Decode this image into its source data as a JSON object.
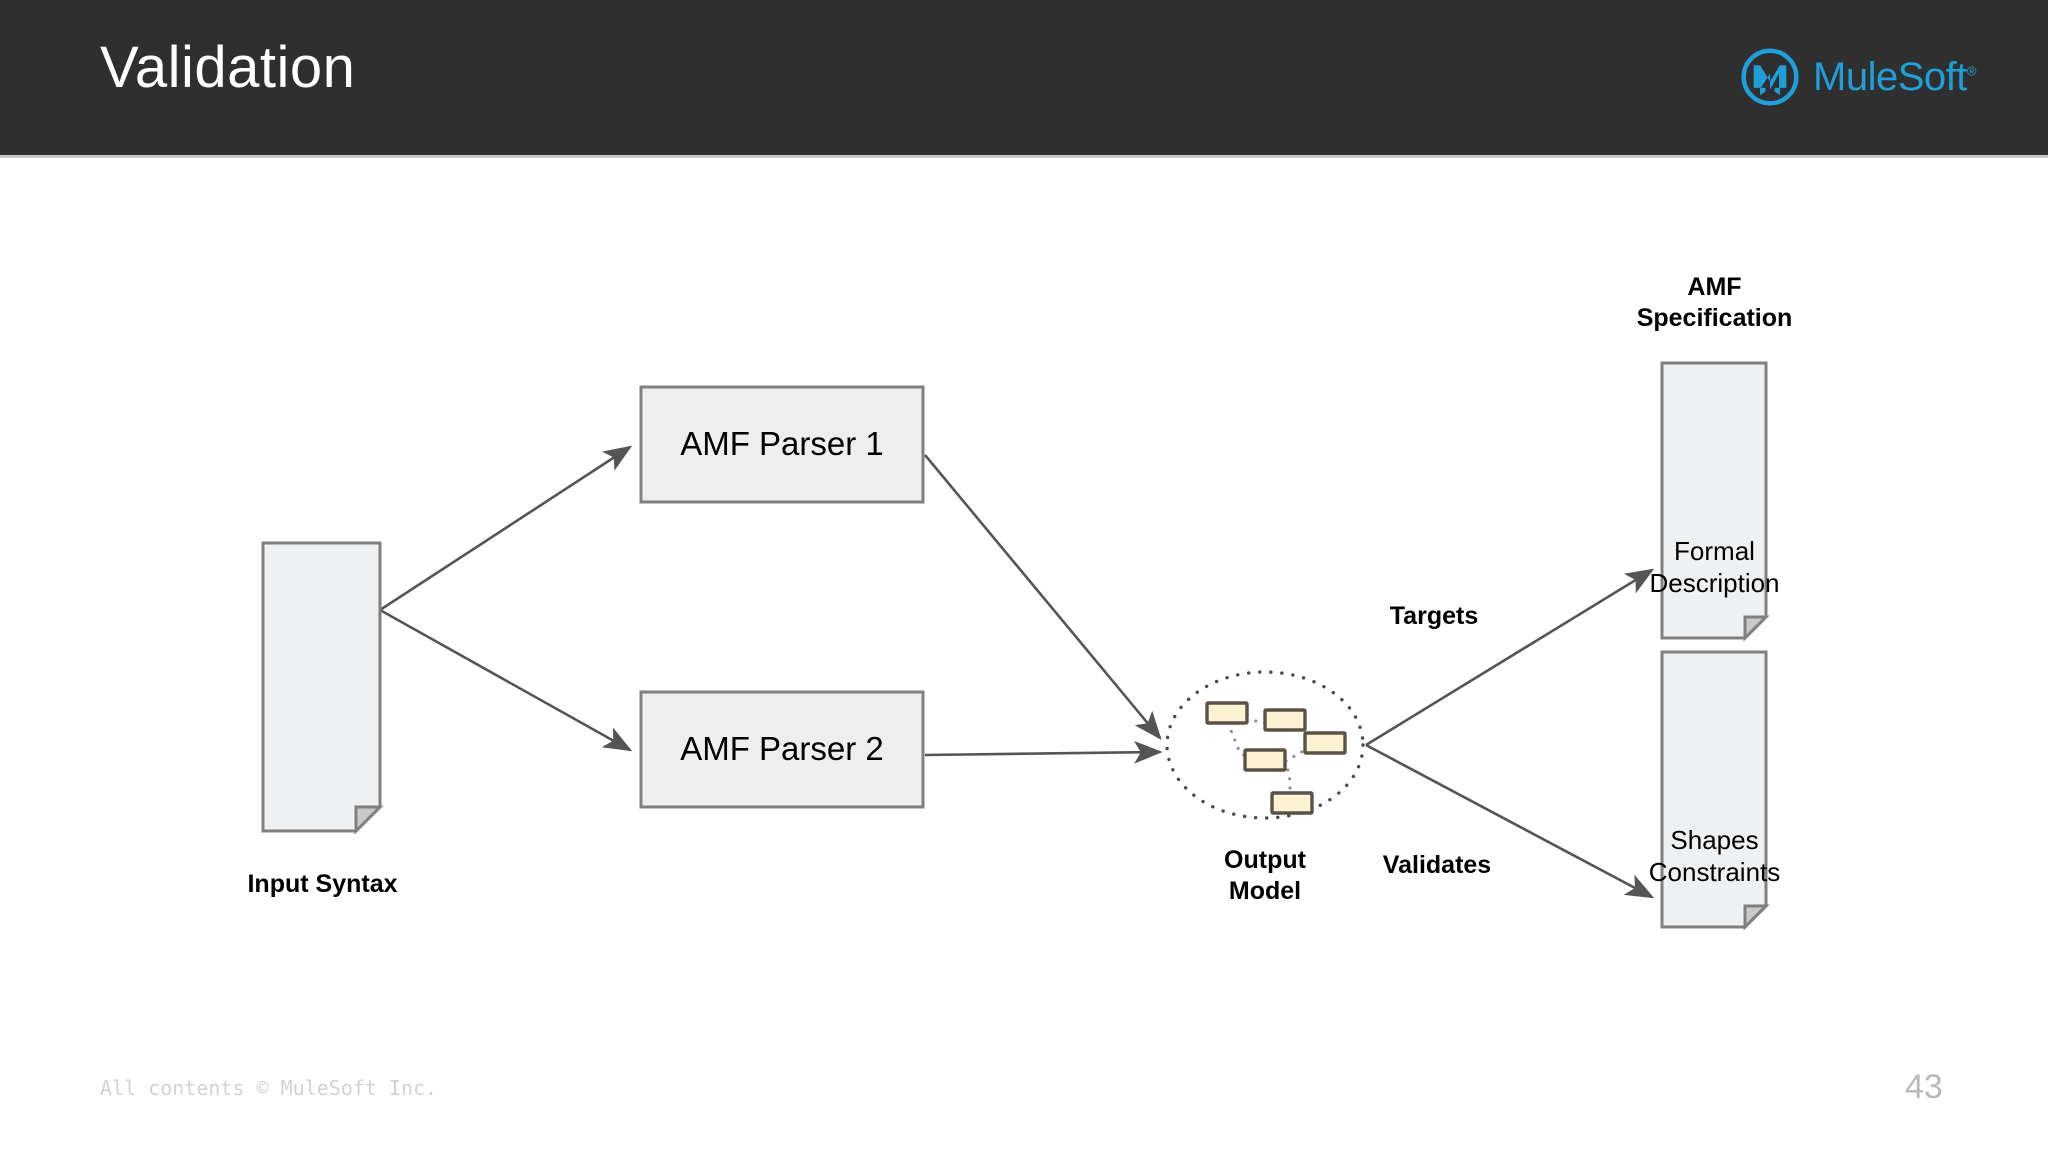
{
  "header": {
    "title": "Validation",
    "background_color": "#2f2f2f",
    "title_color": "#ffffff",
    "logo": {
      "name": "MuleSoft",
      "trademark": "®",
      "color": "#1f9fd9",
      "icon": "mulesoft-logo-icon"
    }
  },
  "diagram": {
    "type": "flow-diagram",
    "nodes": {
      "input_document": {
        "label": "Input Syntax",
        "shape": "document",
        "fill": "#eff0f1",
        "stroke": "#808080"
      },
      "parser_1": {
        "label": "AMF Parser 1",
        "shape": "rectangle",
        "fill": "#eeeeee",
        "stroke": "#808080"
      },
      "parser_2": {
        "label": "AMF Parser 2",
        "shape": "rectangle",
        "fill": "#eeeeee",
        "stroke": "#808080"
      },
      "output_model": {
        "label": "Output\nModel",
        "shape": "dotted-ellipse-cluster",
        "node_fill": "#fdf3d2",
        "node_stroke": "#5a5248"
      },
      "spec_document": {
        "label_top": "AMF\nSpecification",
        "label_bottom": "Formal\nDescription",
        "shape": "document",
        "fill": "#eff0f1",
        "stroke": "#808080"
      },
      "constraints_document": {
        "label_bottom": "Shapes\nConstraints",
        "shape": "document",
        "fill": "#eff0f1",
        "stroke": "#808080"
      }
    },
    "edges": [
      {
        "from": "input_document",
        "to": "parser_1",
        "label": ""
      },
      {
        "from": "input_document",
        "to": "parser_2",
        "label": ""
      },
      {
        "from": "parser_1",
        "to": "output_model",
        "label": ""
      },
      {
        "from": "parser_2",
        "to": "output_model",
        "label": ""
      },
      {
        "from": "output_model",
        "to": "spec_document",
        "label": "Targets"
      },
      {
        "from": "output_model",
        "to": "constraints_document",
        "label": "Validates"
      }
    ],
    "edge_labels": {
      "targets": "Targets",
      "validates": "Validates"
    }
  },
  "footer": {
    "copyright": "All contents © MuleSoft Inc.",
    "page_number": "43"
  }
}
